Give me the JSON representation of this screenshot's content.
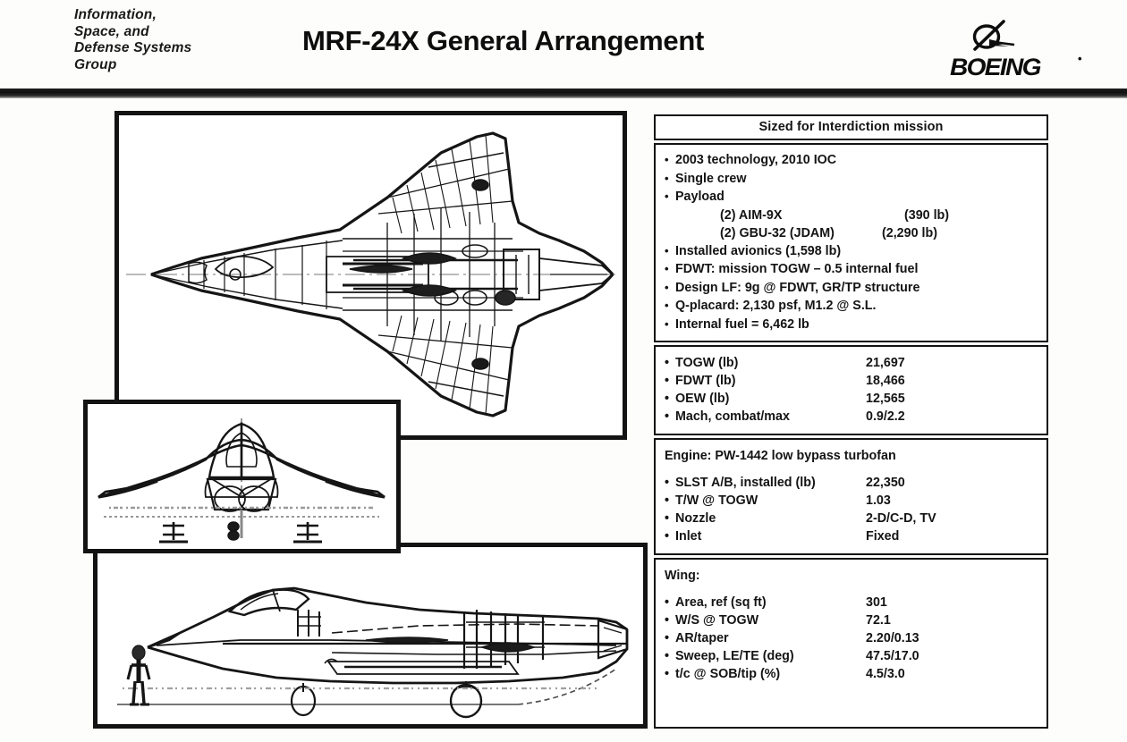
{
  "header": {
    "group": "Information,\nSpace, and\nDefense Systems\nGroup",
    "title": "MRF-24X General Arrangement",
    "brand": "BOEING",
    "brand_tm": "•"
  },
  "drawings": {
    "plan_view": "aircraft-plan-view",
    "front_view": "aircraft-front-view",
    "side_view": "aircraft-side-view"
  },
  "spec": {
    "heading": "Sized for Interdiction mission",
    "mission": {
      "bullets": [
        "2003 technology, 2010 IOC",
        "Single crew",
        "Payload"
      ],
      "payload_items": [
        {
          "qty_desc": "(2)  AIM-9X",
          "weight": "(390 lb)"
        },
        {
          "qty_desc": "(2) GBU-32 (JDAM)",
          "weight": "(2,290 lb)"
        }
      ],
      "bullets_after": [
        "Installed avionics (1,598 lb)",
        "FDWT:  mission TOGW – 0.5 internal fuel",
        "Design LF: 9g @ FDWT, GR/TP structure",
        "Q-placard: 2,130 psf, M1.2 @ S.L.",
        "Internal fuel = 6,462 lb"
      ]
    },
    "weights": [
      {
        "label": "TOGW (lb)",
        "value": "21,697"
      },
      {
        "label": "FDWT (lb)",
        "value": "18,466"
      },
      {
        "label": "OEW (lb)",
        "value": "12,565"
      },
      {
        "label": "Mach, combat/max",
        "value": "0.9/2.2"
      }
    ],
    "engine": {
      "title": "Engine: PW-1442 low bypass turbofan",
      "rows": [
        {
          "label": "SLST A/B, installed (lb)",
          "value": "22,350"
        },
        {
          "label": "T/W @ TOGW",
          "value": "1.03"
        },
        {
          "label": "Nozzle",
          "value": "2-D/C-D, TV"
        },
        {
          "label": "Inlet",
          "value": "Fixed"
        }
      ]
    },
    "wing": {
      "title": "Wing:",
      "rows": [
        {
          "label": "Area, ref (sq ft)",
          "value": "301"
        },
        {
          "label": "W/S @ TOGW",
          "value": "72.1"
        },
        {
          "label": "AR/taper",
          "value": "2.20/0.13"
        },
        {
          "label": "Sweep, LE/TE (deg)",
          "value": "47.5/17.0"
        },
        {
          "label": "t/c @ SOB/tip (%)",
          "value": "4.5/3.0"
        }
      ]
    }
  }
}
